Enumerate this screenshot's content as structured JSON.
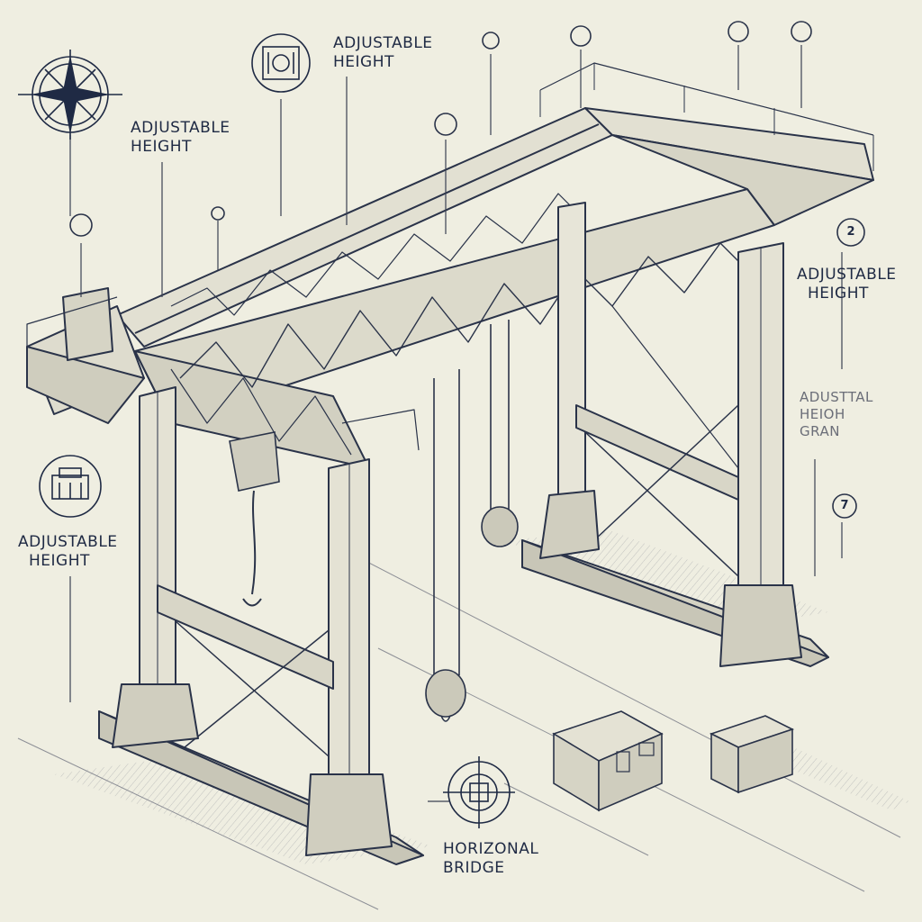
{
  "colors": {
    "paper": "#efeee1",
    "ink": "#2a3349",
    "accent": "#1f2a44",
    "shade": "#8d8f96"
  },
  "labels": {
    "top_center": {
      "line1": "ADJUSTABLE",
      "line2": "HEIGHT"
    },
    "top_left": {
      "line1": "ADJUSTABLE",
      "line2": "HEIGHT"
    },
    "right": {
      "line1": "ADJUSTABLE",
      "line2": "HEIGHT"
    },
    "left_middle": {
      "line1": "ADJUSTABLE",
      "line2": "HEIGHT"
    },
    "right_faint": {
      "line1": "ADUSTTAL",
      "line2": "HEIOH",
      "line3": "GRAN"
    },
    "bottom": {
      "line1": "HORIZONAL",
      "line2": "BRIDGE"
    }
  },
  "callout_numbers": {
    "right_upper": "2",
    "right_lower": "7"
  },
  "icons": [
    "compass-rose-icon",
    "mechanism-icon",
    "building-icon",
    "target-icon"
  ]
}
